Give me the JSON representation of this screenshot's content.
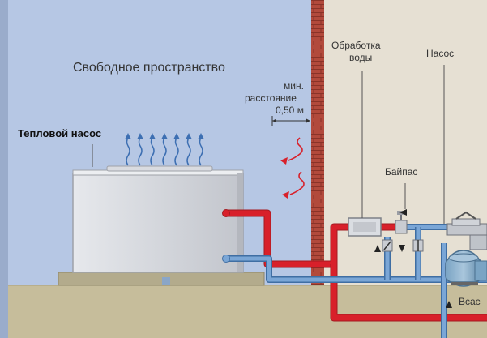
{
  "labels": {
    "free_space": "Свободное пространство",
    "heat_pump": "Тепловой насос",
    "min_distance_line1": "мин.",
    "min_distance_line2": "расстояние",
    "min_distance_line3": "0,50 м",
    "water_treatment_line1": "Обработка",
    "water_treatment_line2": "воды",
    "pump": "Насос",
    "bypass": "Байпас",
    "suction": "Всас"
  },
  "colors": {
    "outdoor_bg": "#b6c7e4",
    "indoor_bg": "#e6e0d3",
    "wall": "#b24a3c",
    "ground": "#c6bd9b",
    "hot_pipe": "#d8202a",
    "cold_pipe": "#5a8cc8",
    "unit_body": "#d4d6dc",
    "airflow": "#3d6fb2"
  }
}
